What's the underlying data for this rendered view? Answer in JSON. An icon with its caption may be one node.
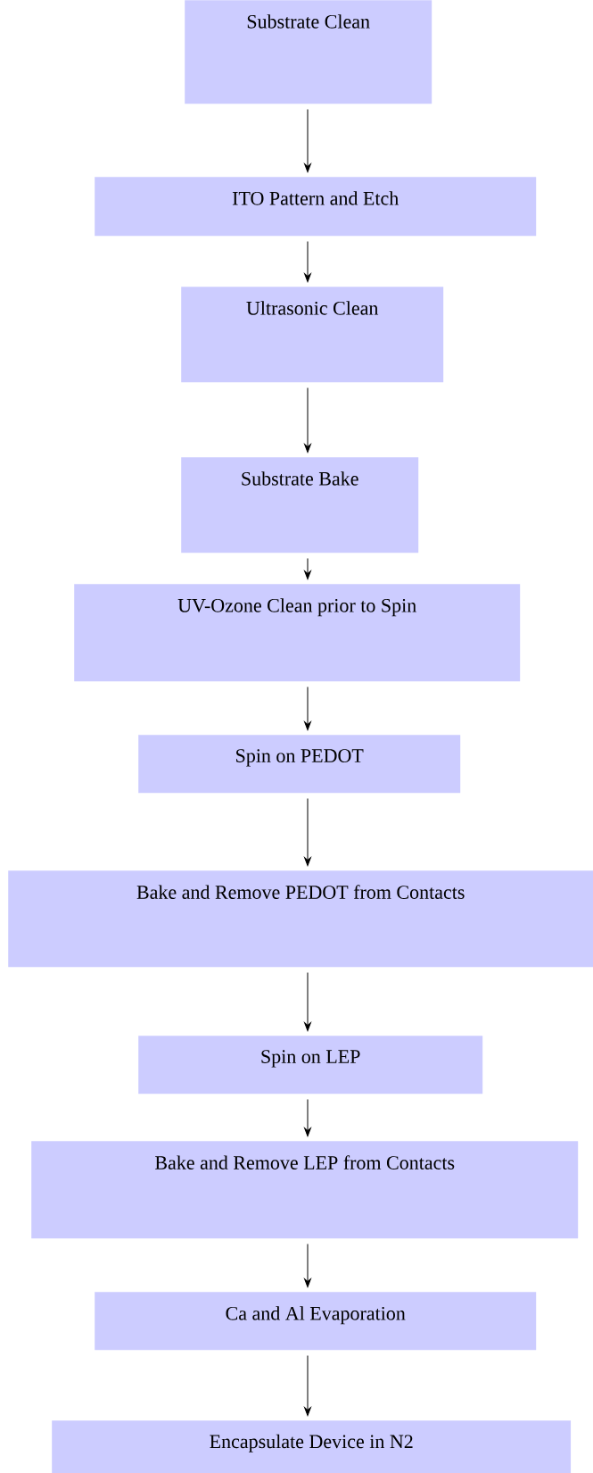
{
  "diagram": {
    "nodes": [
      {
        "text": [
          "Substrate Clean"
        ]
      },
      {
        "text": [
          "ITO Pattern and Etch"
        ]
      },
      {
        "text": [
          "Ultrasonic Clean"
        ]
      },
      {
        "text": [
          "Substrate Bake"
        ]
      },
      {
        "text": [
          "UV-Ozone Clean prior to Spin"
        ]
      },
      {
        "text": [
          "Spin on PEDOT"
        ]
      },
      {
        "text": [
          "Bake and Remove PEDOT from Contacts"
        ]
      },
      {
        "text": [
          "Spin on LEP"
        ]
      },
      {
        "text": [
          "Bake and Remove LEP from Contacts"
        ]
      },
      {
        "text": [
          "Ca and Al Evaporation"
        ]
      },
      {
        "text": [
          "Encapsulate Device in N2"
        ]
      }
    ],
    "edges": [
      {
        "from": 0,
        "to": 1,
        "arrow": "to"
      },
      {
        "from": 1,
        "to": 2,
        "arrow": "to"
      },
      {
        "from": 2,
        "to": 3,
        "arrow": "to"
      },
      {
        "from": 3,
        "to": 4,
        "arrow": "to"
      },
      {
        "from": 4,
        "to": 5,
        "arrow": "to"
      },
      {
        "from": 5,
        "to": 6,
        "arrow": "to"
      },
      {
        "from": 6,
        "to": 7,
        "arrow": "to"
      },
      {
        "from": 7,
        "to": 8,
        "arrow": "to"
      },
      {
        "from": 8,
        "to": 9,
        "arrow": "to"
      },
      {
        "from": 9,
        "to": 10,
        "arrow": "to"
      }
    ]
  }
}
